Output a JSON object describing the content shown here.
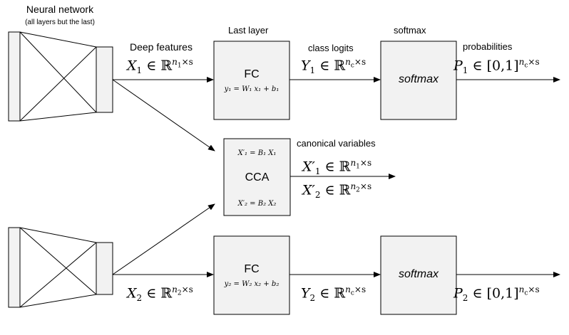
{
  "network": {
    "title": "Neural network",
    "subtitle": "(all layers but the last)"
  },
  "labels": {
    "deep_features": "Deep features",
    "last_layer": "Last layer",
    "class_logits": "class logits",
    "softmax_header": "softmax",
    "probabilities": "probabilities",
    "canonical_variables": "canonical variables"
  },
  "boxes": {
    "fc_top": {
      "title": "FC",
      "equation": "y₁ = W₁ x₁ + b₁"
    },
    "fc_bottom": {
      "title": "FC",
      "equation": "y₂ = W₂ x₂ + b₂"
    },
    "cca": {
      "title": "CCA",
      "eq_top": "X′₁ = B₁ X₁",
      "eq_bottom": "X′₂ = B₂ X₂"
    },
    "softmax_top": {
      "title": "softmax"
    },
    "softmax_bottom": {
      "title": "softmax"
    }
  },
  "math": {
    "x1": {
      "var": "X",
      "sub": "1",
      "set": "∈ ℝ",
      "exp": "n",
      "exp_sub": "1",
      "exp_tail": "×s"
    },
    "x2": {
      "var": "X",
      "sub": "2",
      "set": "∈ ℝ",
      "exp": "n",
      "exp_sub": "2",
      "exp_tail": "×s"
    },
    "y1": {
      "var": "Y",
      "sub": "1",
      "set": "∈ ℝ",
      "exp": "n",
      "exp_sub": "c",
      "exp_tail": "×s"
    },
    "y2": {
      "var": "Y",
      "sub": "2",
      "set": "∈ ℝ",
      "exp": "n",
      "exp_sub": "c",
      "exp_tail": "×s"
    },
    "p1": {
      "var": "P",
      "sub": "1",
      "set": "∈ [0,1]",
      "exp": "n",
      "exp_sub": "c",
      "exp_tail": "×s"
    },
    "p2": {
      "var": "P",
      "sub": "2",
      "set": "∈ [0,1]",
      "exp": "n",
      "exp_sub": "c",
      "exp_tail": "×s"
    },
    "xp1": {
      "var": "X′",
      "sub": "1",
      "set": "∈ ℝ",
      "exp": "n",
      "exp_sub": "1",
      "exp_tail": "×s"
    },
    "xp2": {
      "var": "X′",
      "sub": "2",
      "set": "∈ ℝ",
      "exp": "n",
      "exp_sub": "2",
      "exp_tail": "×s"
    }
  },
  "colors": {
    "box_fill": "#f2f2f2",
    "stroke": "#000000"
  }
}
